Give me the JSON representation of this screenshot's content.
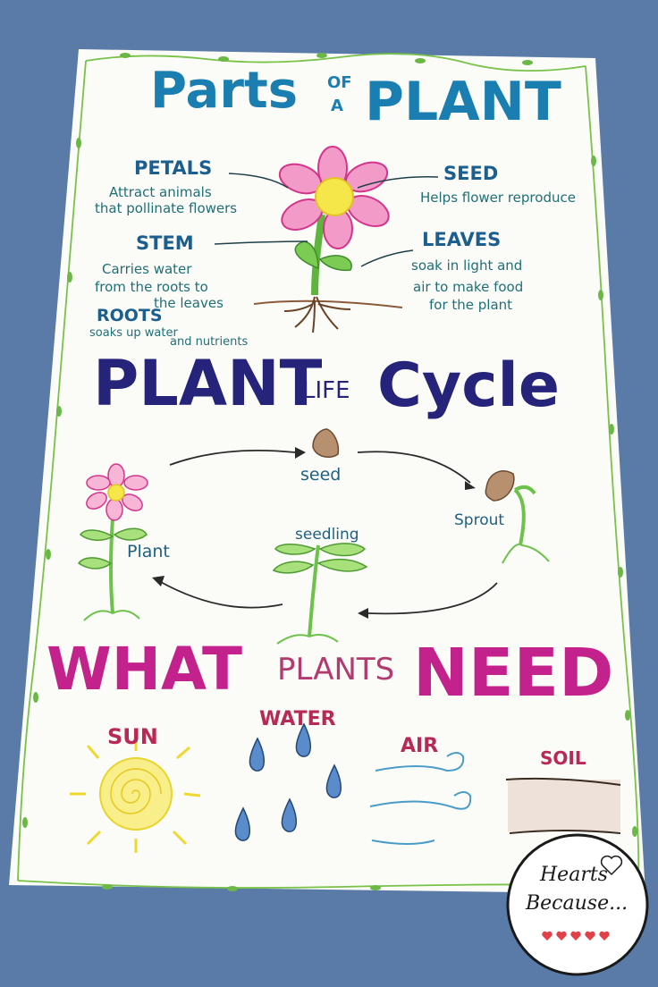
{
  "parts_of_plant": {
    "title_parts": "Parts",
    "title_of": "OF",
    "title_a": "A",
    "title_plant": "PLANT",
    "petals": {
      "label": "PETALS",
      "desc_line1": "Attract animals",
      "desc_line2": "that pollinate flowers"
    },
    "seed": {
      "label": "SEED",
      "desc": "Helps flower reproduce"
    },
    "stem": {
      "label": "STEM",
      "desc_line1": "Carries water",
      "desc_line2": "from the roots to",
      "desc_line3": "the leaves"
    },
    "leaves": {
      "label": "LEAVES",
      "desc_line1": "soak in light and",
      "desc_line2": "air to make food",
      "desc_line3": "for the plant"
    },
    "roots": {
      "label": "ROOTS",
      "desc_line1": "soaks up water",
      "desc_line2": "and nutrients"
    }
  },
  "life_cycle": {
    "title_plant": "PLANT",
    "title_life": "LIFE",
    "title_cycle": "Cycle",
    "stages": {
      "seed": "seed",
      "sprout": "Sprout",
      "seedling": "seedling",
      "plant": "Plant"
    }
  },
  "needs": {
    "title_what": "WHAT",
    "title_plants": "PLANTS",
    "title_need": "NEED",
    "items": {
      "sun": "SUN",
      "water": "WATER",
      "air": "AIR",
      "soil": "SOIL"
    }
  },
  "logo": {
    "line1": "Hearts",
    "line2": "Because..."
  },
  "colors": {
    "background": "#5a7ba8",
    "paper": "#fbfcf8",
    "vine": "#78c248",
    "title_blue": "#1a7fb0",
    "title_navy": "#25237a",
    "title_pink": "#c3228c",
    "petal_pink": "#f39bc8",
    "center_yellow": "#f5e64a",
    "stem_green": "#6cc24a",
    "heart_red": "#e0404a"
  },
  "icons": [
    "flower-icon",
    "seed-icon",
    "sprout-icon",
    "seedling-icon",
    "plant-icon",
    "sun-icon",
    "raindrop-icon",
    "wind-icon",
    "soil-icon",
    "heart-icon"
  ]
}
